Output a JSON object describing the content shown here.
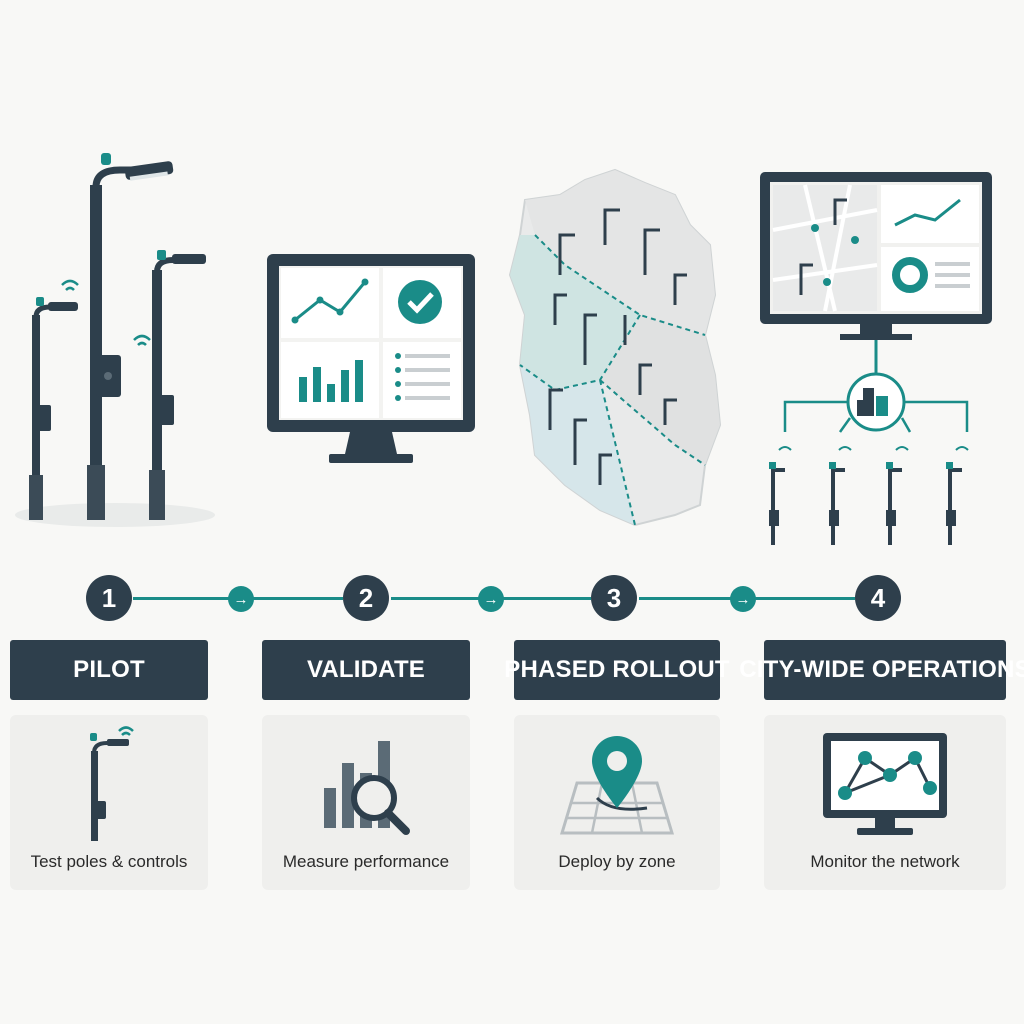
{
  "colors": {
    "dark": "#2e3f4c",
    "teal": "#1a8c88",
    "card_bg": "#efefed",
    "page_bg": "#f8f8f6"
  },
  "steps": [
    {
      "number": "1",
      "title": "PILOT",
      "caption": "Test poles & controls",
      "icon": "streetlight-pole-icon"
    },
    {
      "number": "2",
      "title": "VALIDATE",
      "caption": "Measure performance",
      "icon": "bar-chart-magnifier-icon"
    },
    {
      "number": "3",
      "title": "PHASED ROLLOUT",
      "caption": "Deploy by zone",
      "icon": "map-pin-icon"
    },
    {
      "number": "4",
      "title": "CITY-WIDE OPERATIONS",
      "caption": "Monitor the network",
      "icon": "network-monitor-icon"
    }
  ],
  "connector_arrow": "→"
}
